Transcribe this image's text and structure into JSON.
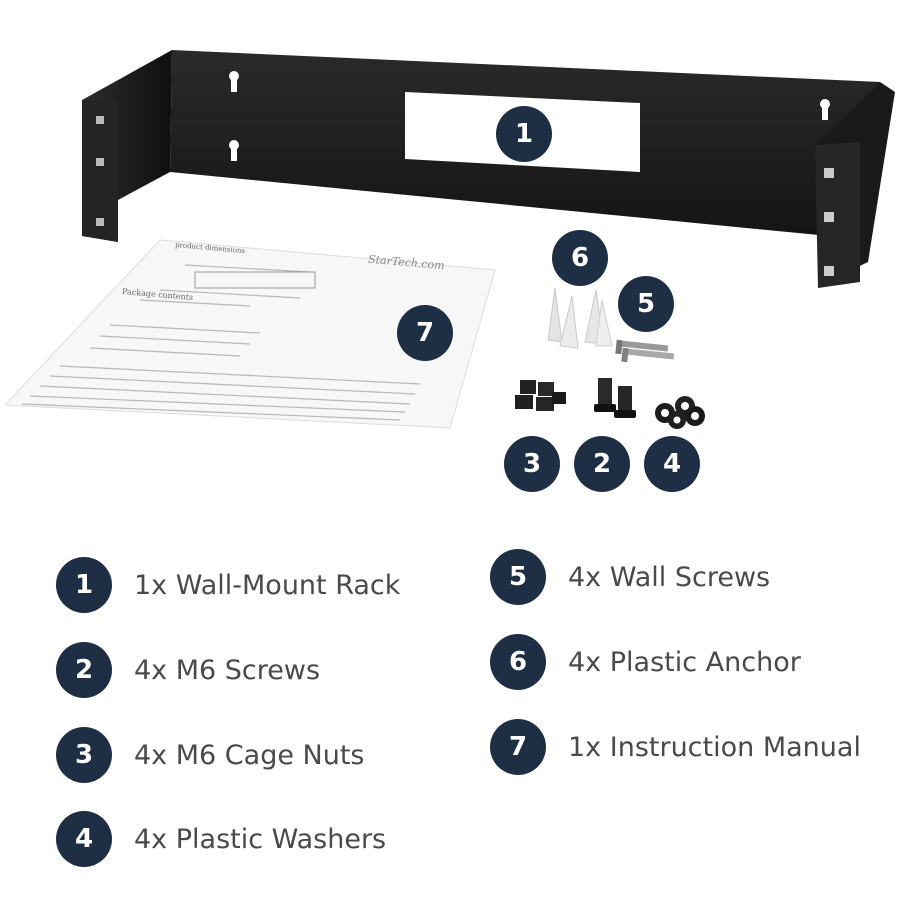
{
  "legend": [
    {
      "num": "1",
      "text": "1x Wall-Mount Rack"
    },
    {
      "num": "2",
      "text": "4x M6 Screws"
    },
    {
      "num": "3",
      "text": "4x M6 Cage Nuts"
    },
    {
      "num": "4",
      "text": "4x Plastic Washers"
    },
    {
      "num": "5",
      "text": "4x Wall Screws"
    },
    {
      "num": "6",
      "text": "4x Plastic Anchor"
    },
    {
      "num": "7",
      "text": "1x Instruction Manual"
    }
  ],
  "manual": {
    "brand": "StarTech.com",
    "heading_dimensions": "product dimensions",
    "heading_contents": "Package contents"
  },
  "colors": {
    "badge": "#1e2f45",
    "bracket": "#1c1c1c",
    "text": "#4a4a4a"
  }
}
